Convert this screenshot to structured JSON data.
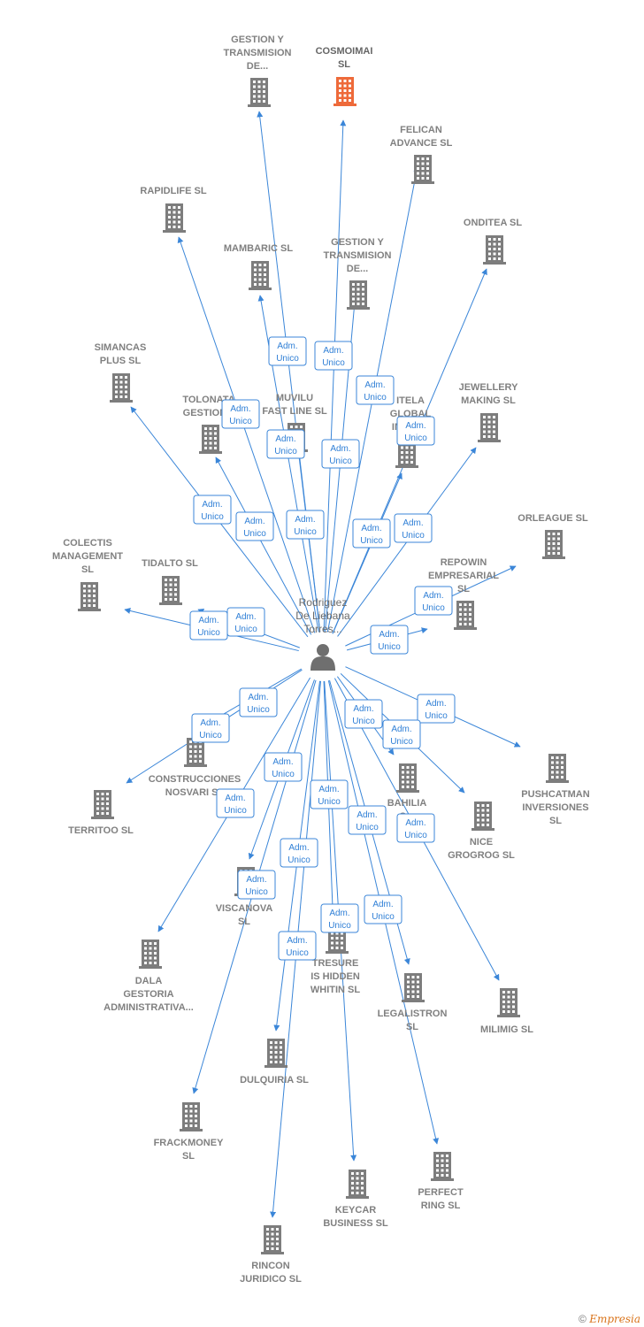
{
  "colors": {
    "edge": "#3b86d8",
    "building": "#7d7d7d",
    "highlight": "#ee6a3a",
    "person": "#6f6f6f"
  },
  "center": {
    "label": [
      "Rodriguez",
      "De Liebana",
      "Torres..."
    ],
    "icon": "person-icon"
  },
  "role_label": [
    "Adm.",
    "Unico"
  ],
  "nodes": [
    {
      "id": "gestion-transmision-top",
      "label": [
        "GESTION Y",
        "TRANSMISION",
        "DE..."
      ]
    },
    {
      "id": "cosmoimai",
      "label": [
        "COSMOIMAI",
        "SL"
      ],
      "highlight": true
    },
    {
      "id": "felican",
      "label": [
        "FELICAN",
        "ADVANCE SL"
      ]
    },
    {
      "id": "rapidlife",
      "label": [
        "RAPIDLIFE SL"
      ]
    },
    {
      "id": "onditea",
      "label": [
        "ONDITEA SL"
      ]
    },
    {
      "id": "mambaric",
      "label": [
        "MAMBARIC SL"
      ]
    },
    {
      "id": "gestion-transmision-mid",
      "label": [
        "GESTION Y",
        "TRANSMISION",
        "DE..."
      ]
    },
    {
      "id": "simancas",
      "label": [
        "SIMANCAS",
        "PLUS SL"
      ]
    },
    {
      "id": "tolonata",
      "label": [
        "TOLONATA",
        "GESTION..."
      ]
    },
    {
      "id": "muvilu",
      "label": [
        "MUVILU",
        "FAST LINE SL"
      ]
    },
    {
      "id": "itela",
      "label": [
        "ITELA",
        "GLOBAL",
        "INVES..."
      ]
    },
    {
      "id": "jewellery",
      "label": [
        "JEWELLERY",
        "MAKING SL"
      ]
    },
    {
      "id": "orleague",
      "label": [
        "ORLEAGUE SL"
      ]
    },
    {
      "id": "colectis",
      "label": [
        "COLECTIS",
        "MANAGEMENT",
        "SL"
      ]
    },
    {
      "id": "tidalto",
      "label": [
        "TIDALTO SL"
      ]
    },
    {
      "id": "repowin",
      "label": [
        "REPOWIN",
        "EMPRESARIAL",
        "SL"
      ]
    },
    {
      "id": "construcciones",
      "label": [
        "CONSTRUCCIONES",
        "NOSVARI SL"
      ]
    },
    {
      "id": "territoo",
      "label": [
        "TERRITOO SL"
      ]
    },
    {
      "id": "bahilia",
      "label": [
        "BAHILIA",
        "O..."
      ]
    },
    {
      "id": "pushcatman",
      "label": [
        "PUSHCATMAN",
        "INVERSIONES",
        "SL"
      ]
    },
    {
      "id": "nice-grogrog",
      "label": [
        "NICE",
        "GROGROG SL"
      ]
    },
    {
      "id": "viscanova",
      "label": [
        "VISCANOVA",
        "SL"
      ]
    },
    {
      "id": "dala",
      "label": [
        "DALA",
        "GESTORIA",
        "ADMINISTRATIVA..."
      ]
    },
    {
      "id": "tresure",
      "label": [
        "TRESURE",
        "IS HIDDEN",
        "WHITIN SL"
      ]
    },
    {
      "id": "legalistron",
      "label": [
        "LEGALISTRON",
        "SL"
      ]
    },
    {
      "id": "milimig",
      "label": [
        "MILIMIG SL"
      ]
    },
    {
      "id": "dulquiria",
      "label": [
        "DULQUIRIA SL"
      ]
    },
    {
      "id": "frackmoney",
      "label": [
        "FRACKMONEY",
        "SL"
      ]
    },
    {
      "id": "perfect-ring",
      "label": [
        "PERFECT",
        "RING SL"
      ]
    },
    {
      "id": "keycar",
      "label": [
        "KEYCAR",
        "BUSINESS SL"
      ]
    },
    {
      "id": "rincon",
      "label": [
        "RINCON",
        "JURIDICO SL"
      ]
    }
  ],
  "footer": {
    "copyright": "©",
    "brand": "Empresia"
  }
}
